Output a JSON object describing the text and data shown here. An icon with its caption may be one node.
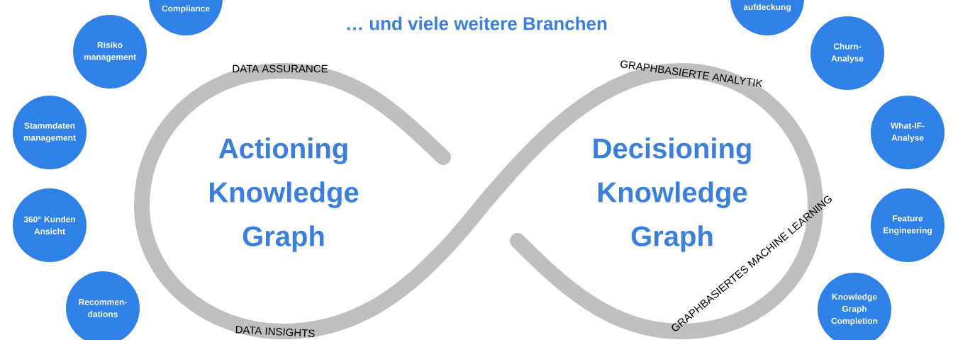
{
  "diagram": {
    "title": "… und viele weitere Branchen",
    "nodes": [
      {
        "text": [
          "Compliance"
        ]
      },
      {
        "text": [
          "Risiko management"
        ]
      },
      {
        "text": [
          "Stammdaten management"
        ]
      },
      {
        "text": [
          "360° Kunden Ansicht"
        ]
      },
      {
        "text": [
          "Recommen- dations"
        ]
      },
      {
        "text": [
          "aufdeckung"
        ]
      },
      {
        "text": [
          "Churn- Analyse"
        ]
      },
      {
        "text": [
          "What-IF- Analyse"
        ]
      },
      {
        "text": [
          "Feature Engineering"
        ]
      },
      {
        "text": [
          "Knowledge Graph Completion"
        ]
      }
    ],
    "labels": [
      "DATA ASSURANCE",
      "GRAPHBASIERTE ANALYTIK",
      "Actioning Knowledge Graph",
      "Decisioning Knowledge Graph",
      "DATA INSIGHTS",
      "GRAPHBASIERTES MACHINE LEARNING"
    ]
  }
}
